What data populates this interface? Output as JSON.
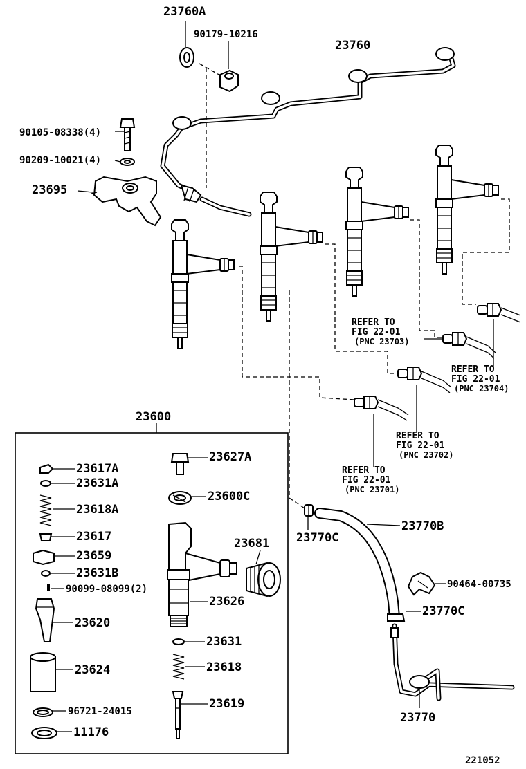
{
  "labels": {
    "p23760A": "23760A",
    "p90179": "90179-10216",
    "p23760": "23760",
    "p90105": "90105-08338(4)",
    "p90209": "90209-10021(4)",
    "p23695": "23695",
    "p23600": "23600",
    "p23617A": "23617A",
    "p23631A": "23631A",
    "p23618A": "23618A",
    "p23617": "23617",
    "p23659": "23659",
    "p23631B": "23631B",
    "p90099": "90099-08099(2)",
    "p23620": "23620",
    "p23624": "23624",
    "p96721": "96721-24015",
    "p11176": "11176",
    "p23627A": "23627A",
    "p23600C": "23600C",
    "p23681": "23681",
    "p23626": "23626",
    "p23631": "23631",
    "p23618": "23618",
    "p23619": "23619",
    "p23770C_a": "23770C",
    "p23770B": "23770B",
    "p90464": "90464-00735",
    "p23770C_b": "23770C",
    "p23770": "23770",
    "figure_id": "221052"
  },
  "refs": {
    "r23703": {
      "l1": "REFER TO",
      "l2": "FIG 22-01",
      "l3": "(PNC 23703)"
    },
    "r23704": {
      "l1": "REFER TO",
      "l2": "FIG 22-01",
      "l3": "(PNC 23704)"
    },
    "r23702": {
      "l1": "REFER TO",
      "l2": "FIG 22-01",
      "l3": "(PNC 23702)"
    },
    "r23701": {
      "l1": "REFER TO",
      "l2": "FIG 22-01",
      "l3": "(PNC 23701)"
    }
  }
}
